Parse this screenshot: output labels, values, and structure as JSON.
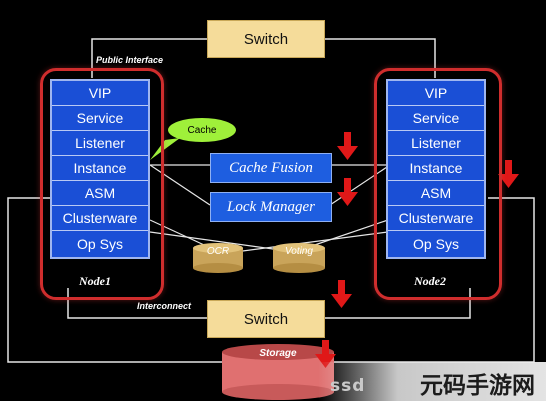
{
  "switches": {
    "top": "Switch",
    "bottom": "Switch"
  },
  "labels": {
    "public_interface": "Public Interface",
    "interconnect": "Interconnect"
  },
  "callout": "Cache",
  "banners": {
    "cache_fusion": "Cache Fusion",
    "lock_manager": "Lock Manager"
  },
  "disks": {
    "ocr": "OCR",
    "voting": "Voting",
    "storage": "Storage"
  },
  "nodes": [
    {
      "name": "Node1",
      "layers": [
        "VIP",
        "Service",
        "Listener",
        "Instance",
        "ASM",
        "Clusterware",
        "Op Sys"
      ]
    },
    {
      "name": "Node2",
      "layers": [
        "VIP",
        "Service",
        "Listener",
        "Instance",
        "ASM",
        "Clusterware",
        "Op Sys"
      ]
    }
  ],
  "watermark": {
    "text": "元码手游网",
    "url": "ssd"
  },
  "colors": {
    "background": "#000000",
    "switch_fill": "#f5dc9a",
    "node_border": "#cf2d2d",
    "layer_fill": "#1a4fd6",
    "banner_fill": "#1e5ee0",
    "callout_fill": "#9ff03a",
    "drum_fill": "#c9a45a",
    "storage_fill": "#e07070",
    "arrow_red": "#e01818"
  }
}
